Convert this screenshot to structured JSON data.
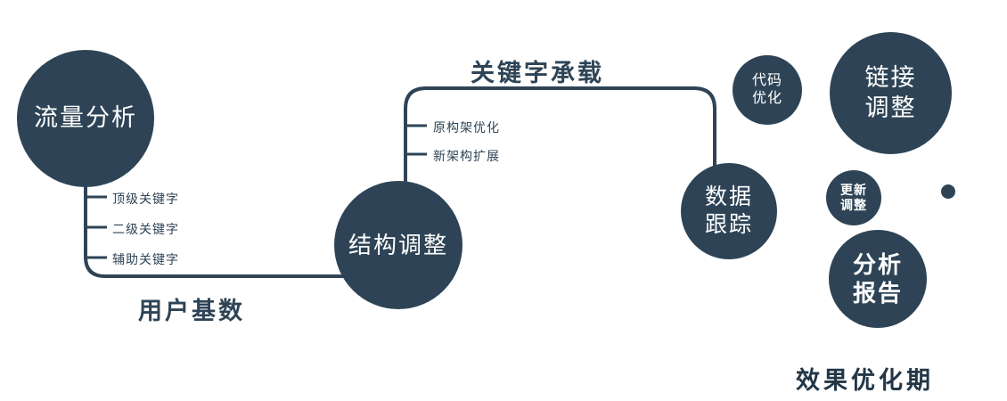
{
  "diagram": {
    "accent_color": "#2e4456",
    "background_color": "#ffffff",
    "nodes": {
      "traffic": {
        "label": "流量分析"
      },
      "structure": {
        "label": "结构调整"
      },
      "tracking": {
        "line1": "数据",
        "line2": "跟踪"
      },
      "code": {
        "line1": "代码",
        "line2": "优化"
      },
      "link": {
        "line1": "链接",
        "line2": "调整"
      },
      "update": {
        "line1": "更新",
        "line2": "调整"
      },
      "report": {
        "line1": "分析",
        "line2": "报告"
      }
    },
    "edge_labels": {
      "keyword_carry": "关键字承载",
      "user_base": "用户基数"
    },
    "branches": {
      "traffic": [
        "顶级关键字",
        "二级关键字",
        "辅助关键字"
      ],
      "structure": [
        "原构架优化",
        "新架构扩展"
      ]
    },
    "caption": "效果优化期"
  }
}
